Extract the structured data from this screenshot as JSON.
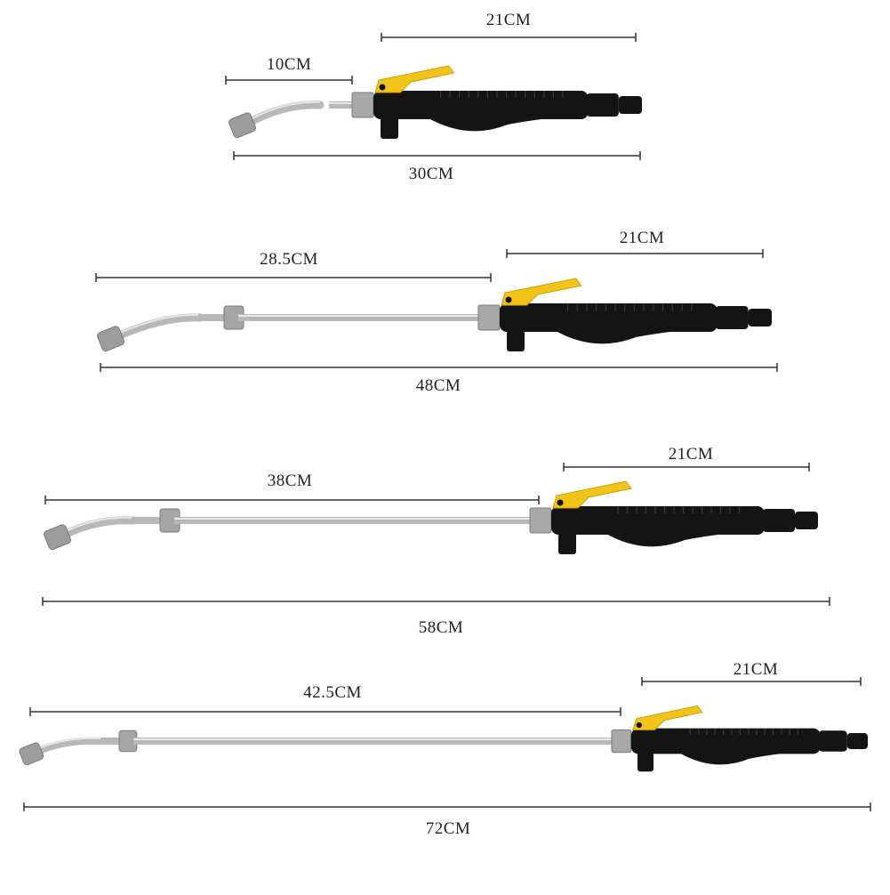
{
  "wands": [
    {
      "name": "wand-30cm",
      "total": "30CM",
      "extension": "10CM",
      "handle": "21CM"
    },
    {
      "name": "wand-48cm",
      "total": "48CM",
      "extension": "28.5CM",
      "handle": "21CM"
    },
    {
      "name": "wand-58cm",
      "total": "58CM",
      "extension": "38CM",
      "handle": "21CM"
    },
    {
      "name": "wand-72cm",
      "total": "72CM",
      "extension": "42.5CM",
      "handle": "21CM"
    }
  ],
  "colors": {
    "handle": "#141414",
    "trigger": "#f2c41a",
    "steel": "#b8b8b8",
    "steel_dark": "#7a7a7a",
    "nozzle": "#9c9c9c",
    "dim_line": "#333333"
  }
}
